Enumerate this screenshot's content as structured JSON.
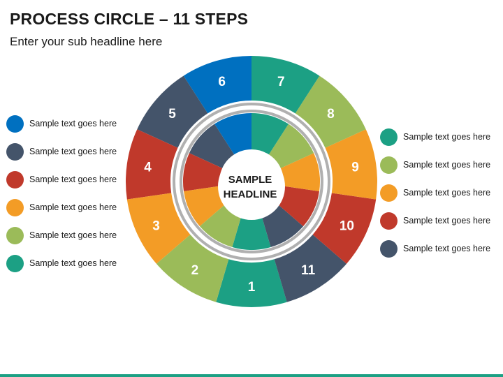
{
  "title": "PROCESS CIRCLE – 11 STEPS",
  "subtitle": "Enter your sub headline here",
  "center": {
    "line1": "SAMPLE",
    "line2": "HEADLINE"
  },
  "steps": [
    {
      "label": "1",
      "color": "#1ca084"
    },
    {
      "label": "11",
      "color": "#44546a"
    },
    {
      "label": "10",
      "color": "#c0392b"
    },
    {
      "label": "9",
      "color": "#f39c26"
    },
    {
      "label": "8",
      "color": "#9bbb59"
    },
    {
      "label": "7",
      "color": "#1ca084"
    },
    {
      "label": "6",
      "color": "#0070c0"
    },
    {
      "label": "5",
      "color": "#44546a"
    },
    {
      "label": "4",
      "color": "#c0392b"
    },
    {
      "label": "3",
      "color": "#f39c26"
    },
    {
      "label": "2",
      "color": "#9bbb59"
    }
  ],
  "legend_left": [
    {
      "text": "Sample text goes here",
      "color": "#0070c0"
    },
    {
      "text": "Sample text goes here",
      "color": "#44546a"
    },
    {
      "text": "Sample text goes here",
      "color": "#c0392b"
    },
    {
      "text": "Sample text goes here",
      "color": "#f39c26"
    },
    {
      "text": "Sample text goes here",
      "color": "#9bbb59"
    },
    {
      "text": "Sample text goes here",
      "color": "#1ca084"
    }
  ],
  "legend_right": [
    {
      "text": "Sample text goes here",
      "color": "#1ca084"
    },
    {
      "text": "Sample text goes here",
      "color": "#9bbb59"
    },
    {
      "text": "Sample text goes here",
      "color": "#f39c26"
    },
    {
      "text": "Sample text goes here",
      "color": "#c0392b"
    },
    {
      "text": "Sample text goes here",
      "color": "#44546a"
    }
  ]
}
